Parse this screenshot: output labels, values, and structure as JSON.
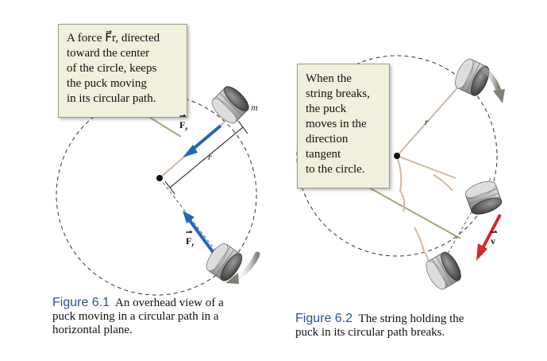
{
  "figure1": {
    "callout_lines": [
      "A force F⃗r, directed",
      "toward the center",
      "of the circle, keeps",
      "the puck moving",
      "in its circular path."
    ],
    "caption_label": "Figure 6.1",
    "caption_lines": [
      "An overhead view of a",
      "puck moving in a circular path in a",
      "horizontal plane."
    ],
    "force_symbol_base": "F",
    "force_symbol_sub": "r",
    "arrow_glyph": "⇀",
    "radius_label": "r",
    "mass_label": "m"
  },
  "figure2": {
    "callout_lines": [
      "When the",
      "string breaks,",
      "the puck",
      "moves in the",
      "direction",
      "tangent",
      "to the circle."
    ],
    "caption_label": "Figure 6.2",
    "caption_lines": [
      "The string holding the",
      "puck in its circular path breaks."
    ],
    "radius_label": "r",
    "velocity_symbol": "v"
  },
  "colors": {
    "force_arrow": "#2166b8",
    "velocity_arrow": "#d12a2a",
    "callout_fill": "#f1f0dc",
    "caption_label": "#2c4f9a",
    "string": "#d2b8a0",
    "motion_arrow": "#8a8a80"
  }
}
